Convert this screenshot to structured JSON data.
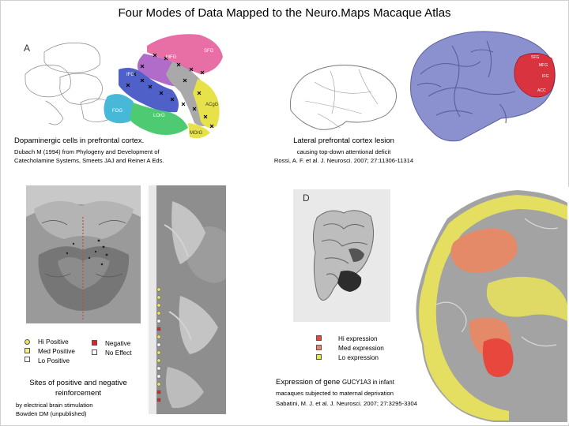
{
  "title": "Four Modes of Data Mapped to the Neuro.Maps Macaque Atlas",
  "panel_a": {
    "letter": "A",
    "region_labels": [
      "SFG",
      "MFG",
      "IFG",
      "ACgG",
      "FOG",
      "LOrG",
      "MOrG"
    ],
    "caption": "Dopaminergic cells in prefrontal cortex.",
    "credit_line1": "Dubach M (1994) from Phylogeny and Development of",
    "credit_line2": "Catecholamine Systems, Smeets JAJ and Reiner A Eds."
  },
  "panel_b": {
    "region_labels": [
      "SFG",
      "MFG",
      "IFG",
      "ACC"
    ],
    "caption": "Lateral prefrontal cortex lesion",
    "caption_sub": "causing top-down attentional deficit",
    "credit": "Rossi, A. F. et al. J. Neurosci. 2007; 27:11306-11314"
  },
  "panel_c": {
    "legend": {
      "hi_positive": "Hi Positive",
      "med_positive": "Med Positive",
      "lo_positive": "Lo Positive",
      "negative": "Negative",
      "no_effect": "No Effect"
    },
    "caption_line1": "Sites of positive and negative",
    "caption_line2": "reinforcement",
    "credit_line1": "by electrical brain stimulation",
    "credit_line2": "Bowden DM (unpublished)"
  },
  "panel_d": {
    "letter": "D",
    "legend": {
      "hi": "Hi expression",
      "med": "Med expression",
      "lo": "Lo expression"
    },
    "caption_prefix": "Expression of gene ",
    "gene": "GUCY1A3",
    "caption_suffix": " in infant",
    "caption_line2": "macaques subjected to maternal deprivation",
    "credit": "Sabatini, M. J. et al. J. Neurosci. 2007; 27:3295-3304"
  },
  "colors": {
    "lesion": "#d8333e",
    "cortex": "#8b90cf",
    "hi": "#e8473d",
    "med": "#e58a68",
    "lo": "#e9e45a",
    "negative": "#d62828",
    "slice_gray": "#8a8a8a"
  }
}
